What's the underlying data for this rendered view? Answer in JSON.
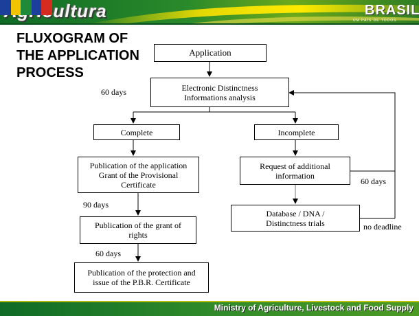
{
  "header": {
    "brand": "Agricultura",
    "logo_text": "BRASIL",
    "logo_sub": "UM PAÍS DE TODOS"
  },
  "title": "FLUXOGRAM OF\nTHE APPLICATION\nPROCESS",
  "boxes": {
    "application": "Application",
    "analysis": "Electronic Distinctness\nInformations analysis",
    "complete": "Complete",
    "incomplete": "Incomplete",
    "publication_application": "Publication of the application\nGrant of the Provisional\nCertificate",
    "request": "Request of additional\ninformation",
    "database": "Database / DNA /\nDistinctness trials",
    "publication_grant": "Publication of the grant of\nrights",
    "publication_protection": "Publication of the protection and\nissue of the P.B.R. Certificate"
  },
  "labels": {
    "days_analysis": "60 days",
    "days_grant": "90 days",
    "days_protection": "60 days",
    "days_return": "60 days",
    "no_deadline": "no deadline"
  },
  "footer": "Ministry of Agriculture, Livestock and Food Supply"
}
